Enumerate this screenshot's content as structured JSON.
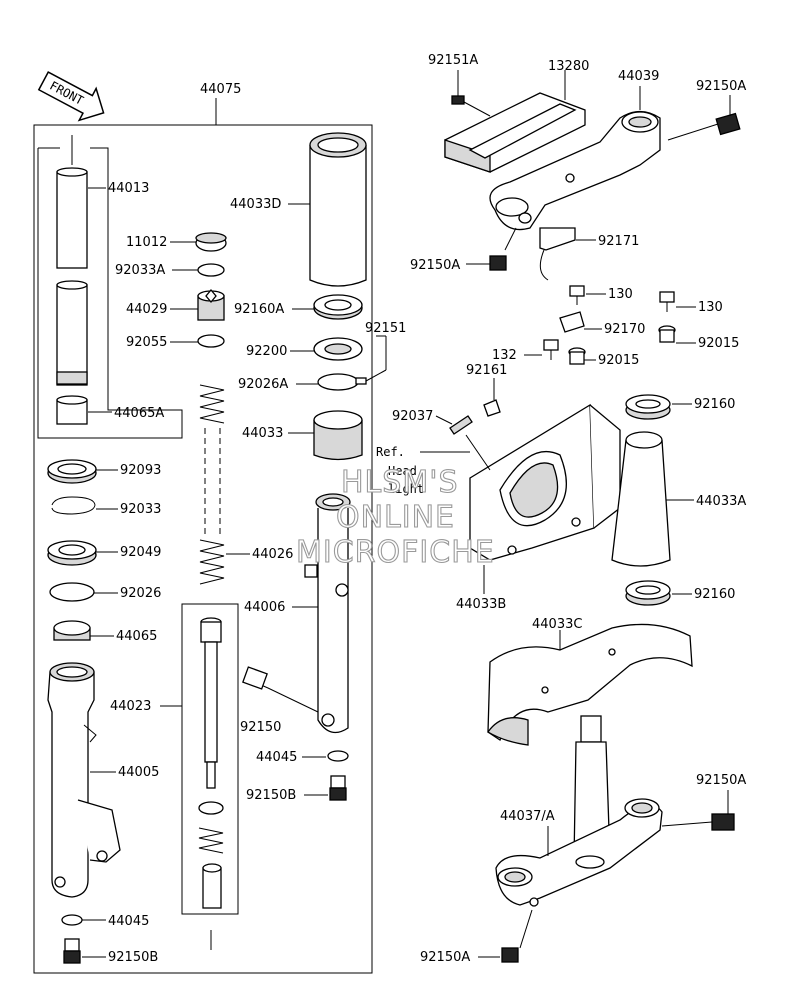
{
  "front_label": "FRONT",
  "ref_note": {
    "line1": "Ref.",
    "line2": "Head",
    "line3": "light"
  },
  "watermark": {
    "line1": "HLSM'S",
    "line2": "ONLINE",
    "line3": "MICROFICHE"
  },
  "parts": {
    "p44075": "44075",
    "p44013": "44013",
    "p11012": "11012",
    "p92033A": "92033A",
    "p44029": "44029",
    "p92055": "92055",
    "p44065A": "44065A",
    "p92093": "92093",
    "p92033": "92033",
    "p92049": "92049",
    "p92026": "92026",
    "p44065": "44065",
    "p44023": "44023",
    "p44005": "44005",
    "p44045a": "44045",
    "p92150Ba": "92150B",
    "p44033D": "44033D",
    "p92160A": "92160A",
    "p92151": "92151",
    "p92200": "92200",
    "p92026A": "92026A",
    "p44033": "44033",
    "p44026": "44026",
    "p44006": "44006",
    "p92150": "92150",
    "p44045b": "44045",
    "p92150Bb": "92150B",
    "p92151A": "92151A",
    "p13280": "13280",
    "p44039": "44039",
    "p92150Aa": "92150A",
    "p92150Ab": "92150A",
    "p92171": "92171",
    "p130a": "130",
    "p130b": "130",
    "p92170": "92170",
    "p132": "132",
    "p92015a": "92015",
    "p92015b": "92015",
    "p92161": "92161",
    "p92037": "92037",
    "p92160a": "92160",
    "p44033A": "44033A",
    "p44033B": "44033B",
    "p92160b": "92160",
    "p44033C": "44033C",
    "p92150Ac": "92150A",
    "p44037A": "44037/A",
    "p92150Ad": "92150A"
  }
}
